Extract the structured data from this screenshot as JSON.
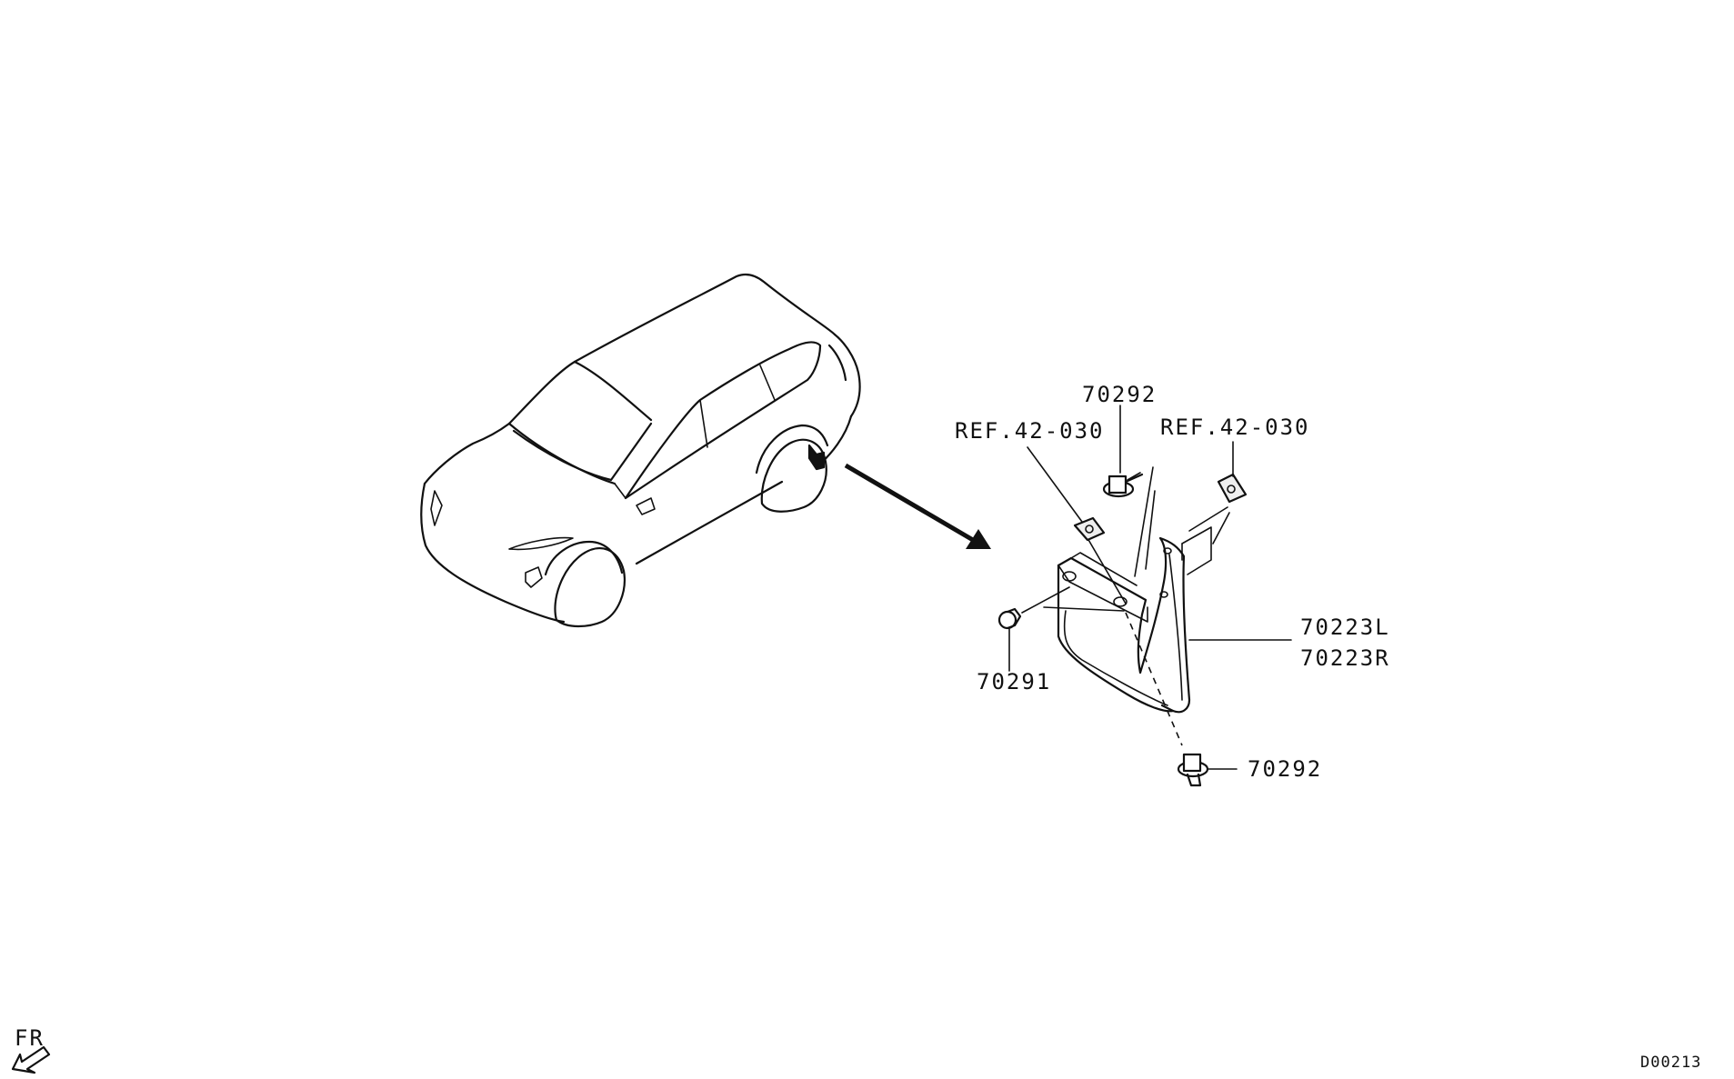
{
  "labels": {
    "bolt_top": "70292",
    "ref_left": "REF.42-030",
    "ref_right": "REF.42-030",
    "mudguard_l": "70223L",
    "mudguard_r": "70223R",
    "clip": "70291",
    "bolt_bottom": "70292",
    "front_indicator": "FR",
    "diagram_code": "D00213"
  }
}
